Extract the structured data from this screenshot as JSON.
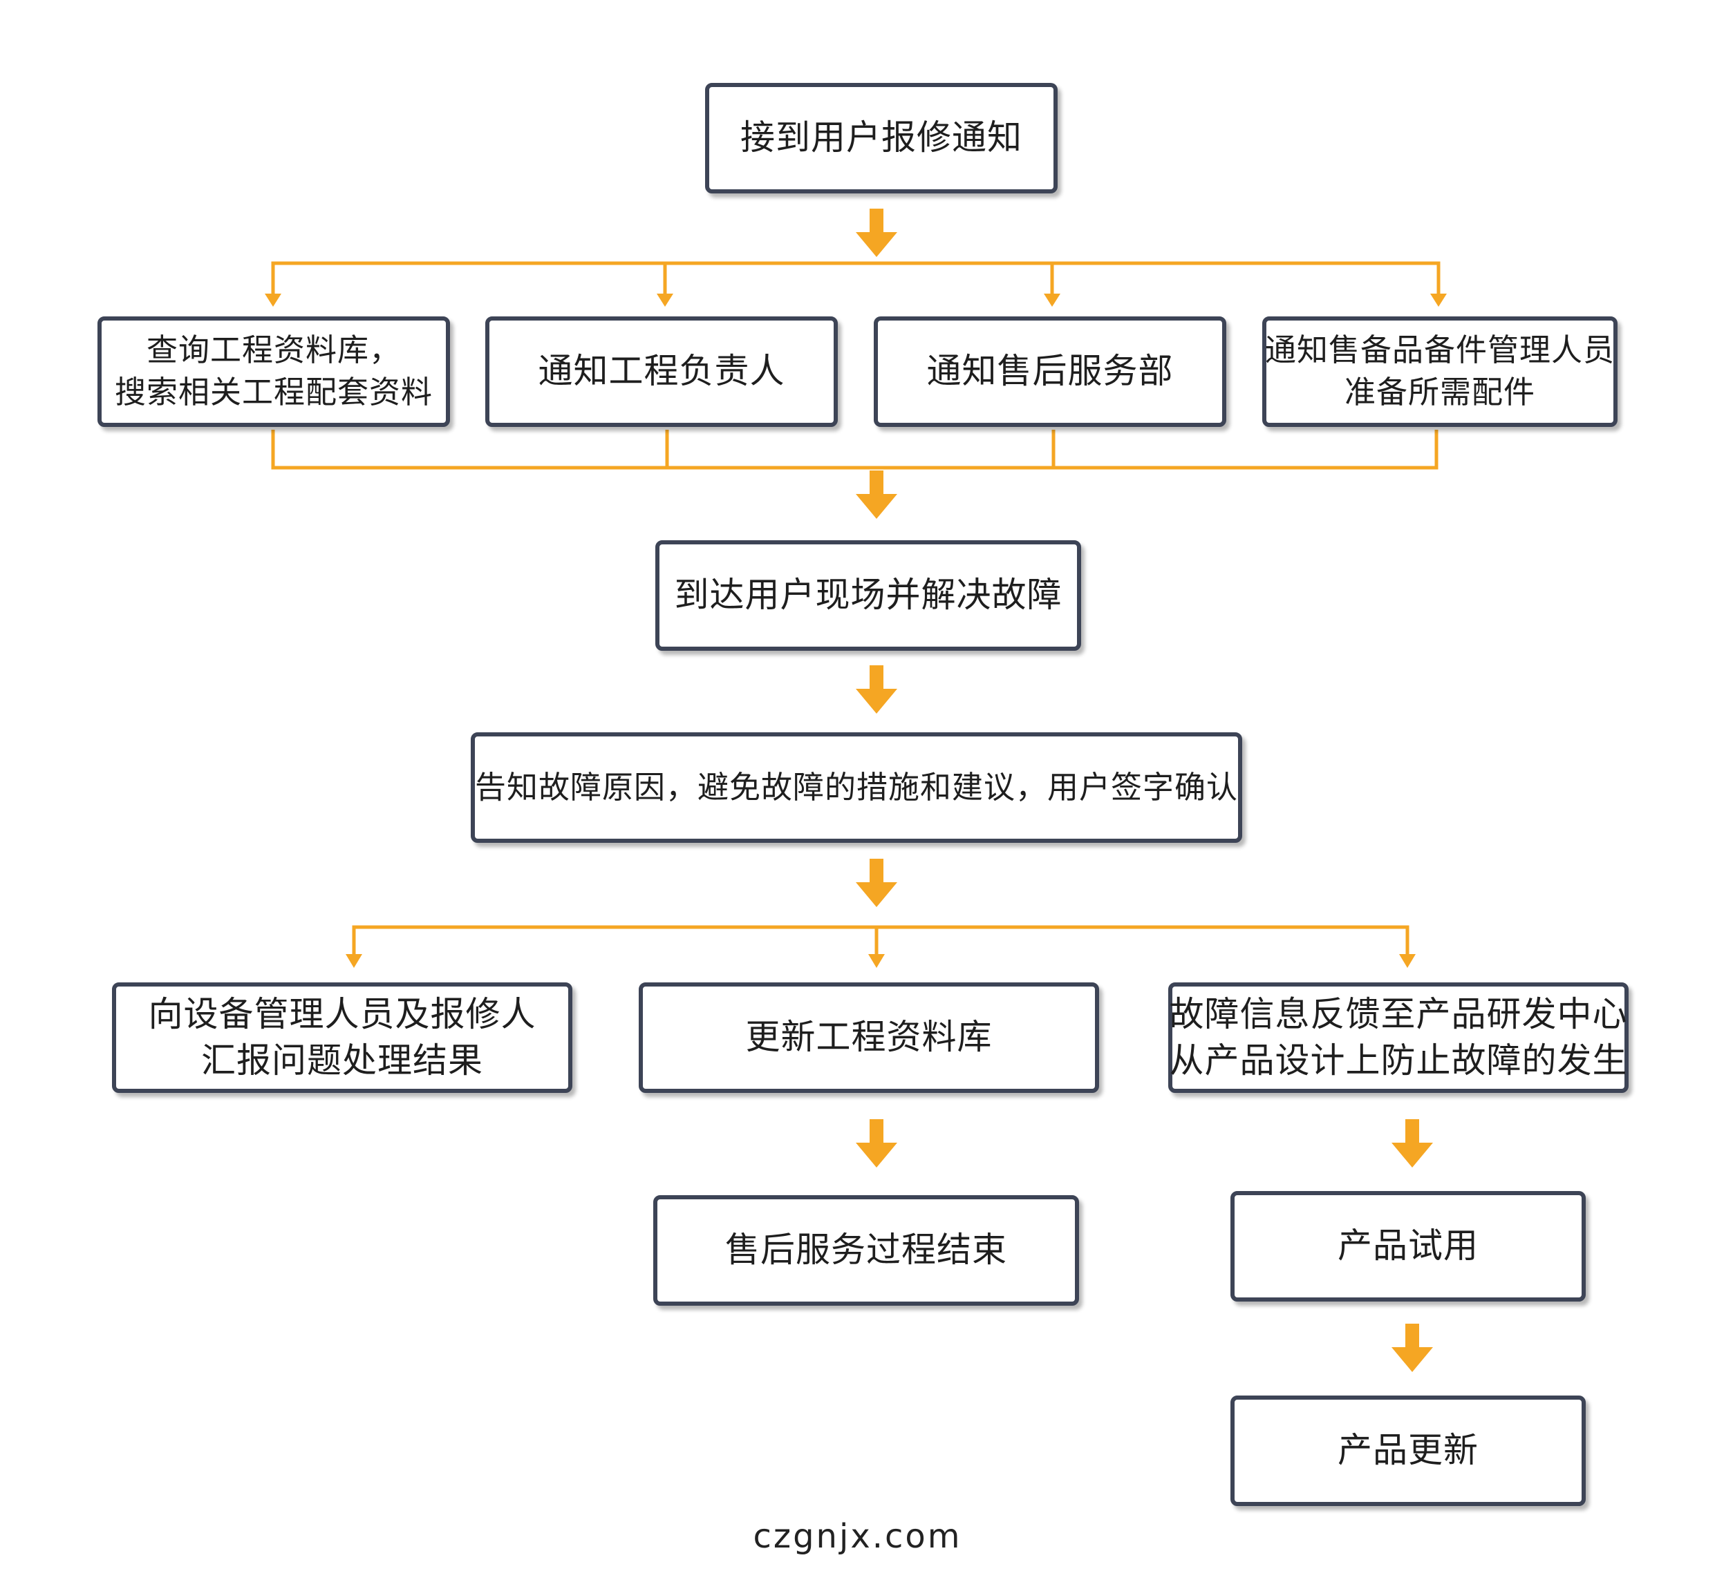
{
  "colors": {
    "connector": "#f5a623",
    "box_border": "#3d4456"
  },
  "steps": {
    "receive_notice": "接到用户报修通知",
    "query_db": [
      "查询工程资料库，",
      "搜索相关工程配套资料"
    ],
    "notify_engineer": "通知工程负责人",
    "notify_aftersales": "通知售后服务部",
    "notify_parts": [
      "通知售备品备件管理人员",
      "准备所需配件"
    ],
    "arrive_resolve": "到达用户现场并解决故障",
    "inform_cause": "告知故障原因，避免故障的措施和建议，用户签字确认",
    "report_result": [
      "向设备管理人员及报修人",
      "汇报问题处理结果"
    ],
    "update_db": "更新工程资料库",
    "feedback_rd": [
      "故障信息反馈至产品研发中心",
      "从产品设计上防止故障的发生"
    ],
    "service_end": "售后服务过程结束",
    "product_trial": "产品试用",
    "product_update": "产品更新"
  },
  "watermark": "czgnjx.com"
}
